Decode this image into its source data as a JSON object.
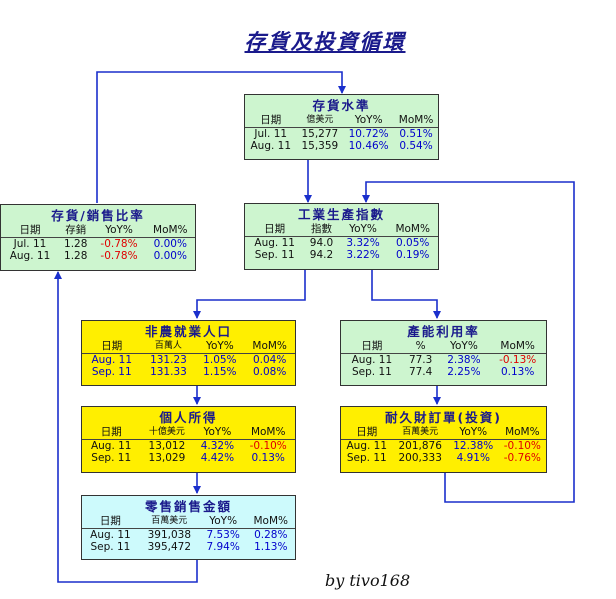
{
  "title": "存貨及投資循環",
  "credit": "by tivo168",
  "nodes": {
    "inventory": {
      "title": "存貨水準",
      "headers": [
        "日期",
        "億美元",
        "YoY%",
        "MoM%"
      ],
      "rows": [
        [
          "Jul. 11",
          "15,277",
          "10.72%",
          "0.51%"
        ],
        [
          "Aug. 11",
          "15,359",
          "10.46%",
          "0.54%"
        ]
      ]
    },
    "ratio": {
      "title": "存貨/銷售比率",
      "headers": [
        "日期",
        "存銷",
        "YoY%",
        "MoM%"
      ],
      "rows": [
        [
          "Jul. 11",
          "1.28",
          "-0.78%",
          "0.00%"
        ],
        [
          "Aug. 11",
          "1.28",
          "-0.78%",
          "0.00%"
        ]
      ]
    },
    "industrial": {
      "title": "工業生產指數",
      "headers": [
        "日期",
        "指數",
        "YoY%",
        "MoM%"
      ],
      "rows": [
        [
          "Aug. 11",
          "94.0",
          "3.32%",
          "0.05%"
        ],
        [
          "Sep. 11",
          "94.2",
          "3.22%",
          "0.19%"
        ]
      ]
    },
    "payrolls": {
      "title": "非農就業人口",
      "headers": [
        "日期",
        "百萬人",
        "YoY%",
        "MoM%"
      ],
      "rows": [
        [
          "Aug. 11",
          "131.23",
          "1.05%",
          "0.04%"
        ],
        [
          "Sep. 11",
          "131.33",
          "1.15%",
          "0.08%"
        ]
      ]
    },
    "capacity": {
      "title": "產能利用率",
      "headers": [
        "日期",
        "%",
        "YoY%",
        "MoM%"
      ],
      "rows": [
        [
          "Aug. 11",
          "77.3",
          "2.38%",
          "-0.13%"
        ],
        [
          "Sep. 11",
          "77.4",
          "2.25%",
          "0.13%"
        ]
      ]
    },
    "income": {
      "title": "個人所得",
      "headers": [
        "日期",
        "十億美元",
        "YoY%",
        "MoM%"
      ],
      "rows": [
        [
          "Aug. 11",
          "13,012",
          "4.32%",
          "-0.10%"
        ],
        [
          "Sep. 11",
          "13,029",
          "4.42%",
          "0.13%"
        ]
      ]
    },
    "durables": {
      "title": "耐久財訂單(投資)",
      "headers": [
        "日期",
        "百萬美元",
        "YoY%",
        "MoM%"
      ],
      "rows": [
        [
          "Aug. 11",
          "201,876",
          "12.38%",
          "-0.10%"
        ],
        [
          "Sep. 11",
          "200,333",
          "4.91%",
          "-0.76%"
        ]
      ]
    },
    "retail": {
      "title": "零售銷售金額",
      "headers": [
        "日期",
        "百萬美元",
        "YoY%",
        "MoM%"
      ],
      "rows": [
        [
          "Aug. 11",
          "391,038",
          "7.53%",
          "0.28%"
        ],
        [
          "Sep. 11",
          "395,472",
          "7.94%",
          "1.13%"
        ]
      ]
    }
  },
  "colors": {
    "connector": "#1a2fcc",
    "green_box": "#cdf5cf",
    "yellow_box": "#ffef00",
    "cyan_box": "#cdfafc",
    "negative": "#e00000",
    "positive": "#0000cc"
  }
}
